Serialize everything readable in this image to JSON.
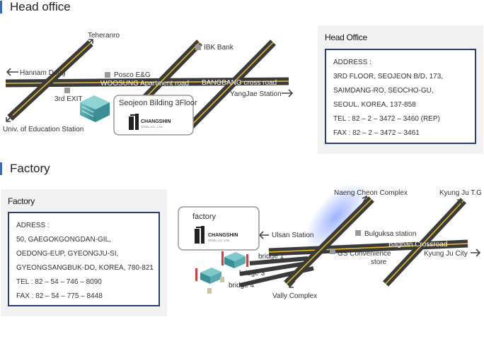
{
  "head_office": {
    "section_title": "Head office",
    "panel_title": "Head Office",
    "address_lines": [
      "ADDRESS :",
      "3RD FLOOR, SEOJEON B/D, 173,",
      "SAIMDANG-RO, SEOCHO-GU,",
      "SEOUL, KOREA, 137-858",
      "TEL : 82 – 2 – 3472 – 3460 (REP)",
      "FAX : 82 – 2 – 3472 – 3461"
    ],
    "map": {
      "teheranro": "Teheranro",
      "ibk_bank": "IBK Bank",
      "hannam_dong": "Hannam Dong",
      "posco": "Posco E&G",
      "woosung": "WOOSUNG Apartment road",
      "bangbang": "BANGBANG cross road",
      "yangjae": "YangJae Station",
      "exit": "3rd EXIT",
      "univ": "Univ. of Education Station",
      "building": "Seojeon Bilding 3Floor",
      "logo_name": "CHANGSHIN",
      "logo_sub": "STEEL CO., LTD."
    }
  },
  "factory": {
    "section_title": "Factory",
    "panel_title": "Factory",
    "address_lines": [
      "ADRESS :",
      "50, GAEGOKGONGDAN-GIL,",
      "OEDONG-EUP, GYEONGJU-SI,",
      "GYEONGSANGBUK-DO, KOREA, 780-821",
      "TEL : 82 – 54 – 746 – 8090",
      "FAX : 82 – 54 – 775 – 8448"
    ],
    "map": {
      "factory_label": "factory",
      "logo_name": "CHANGSHIN",
      "logo_sub": "STEEL CO., LTD.",
      "naeng_cheon": "Naeng Cheon Complex",
      "kyung_ju_tg": "Kyung Ju T.G",
      "ulsan": "Ulsan Station",
      "bulguksa": "Bulguksa station",
      "bagban": "Bagban Crossroad",
      "kyung_ju_city": "Kyung Ju City",
      "gs_line1": "GS Convenience",
      "gs_line2": "store",
      "bridge1": "bridge 1",
      "bridge3": "bridge 3",
      "bridge4": "bridge 4",
      "vally": "Vally Complex"
    }
  },
  "colors": {
    "road": "#3a3a3a",
    "road_center": "#f0c020",
    "address_border": "#2c3a78",
    "section_accent": "#3b67b5",
    "panel_bg": "#f2f2f2",
    "highlight": "#8ea6ff"
  }
}
